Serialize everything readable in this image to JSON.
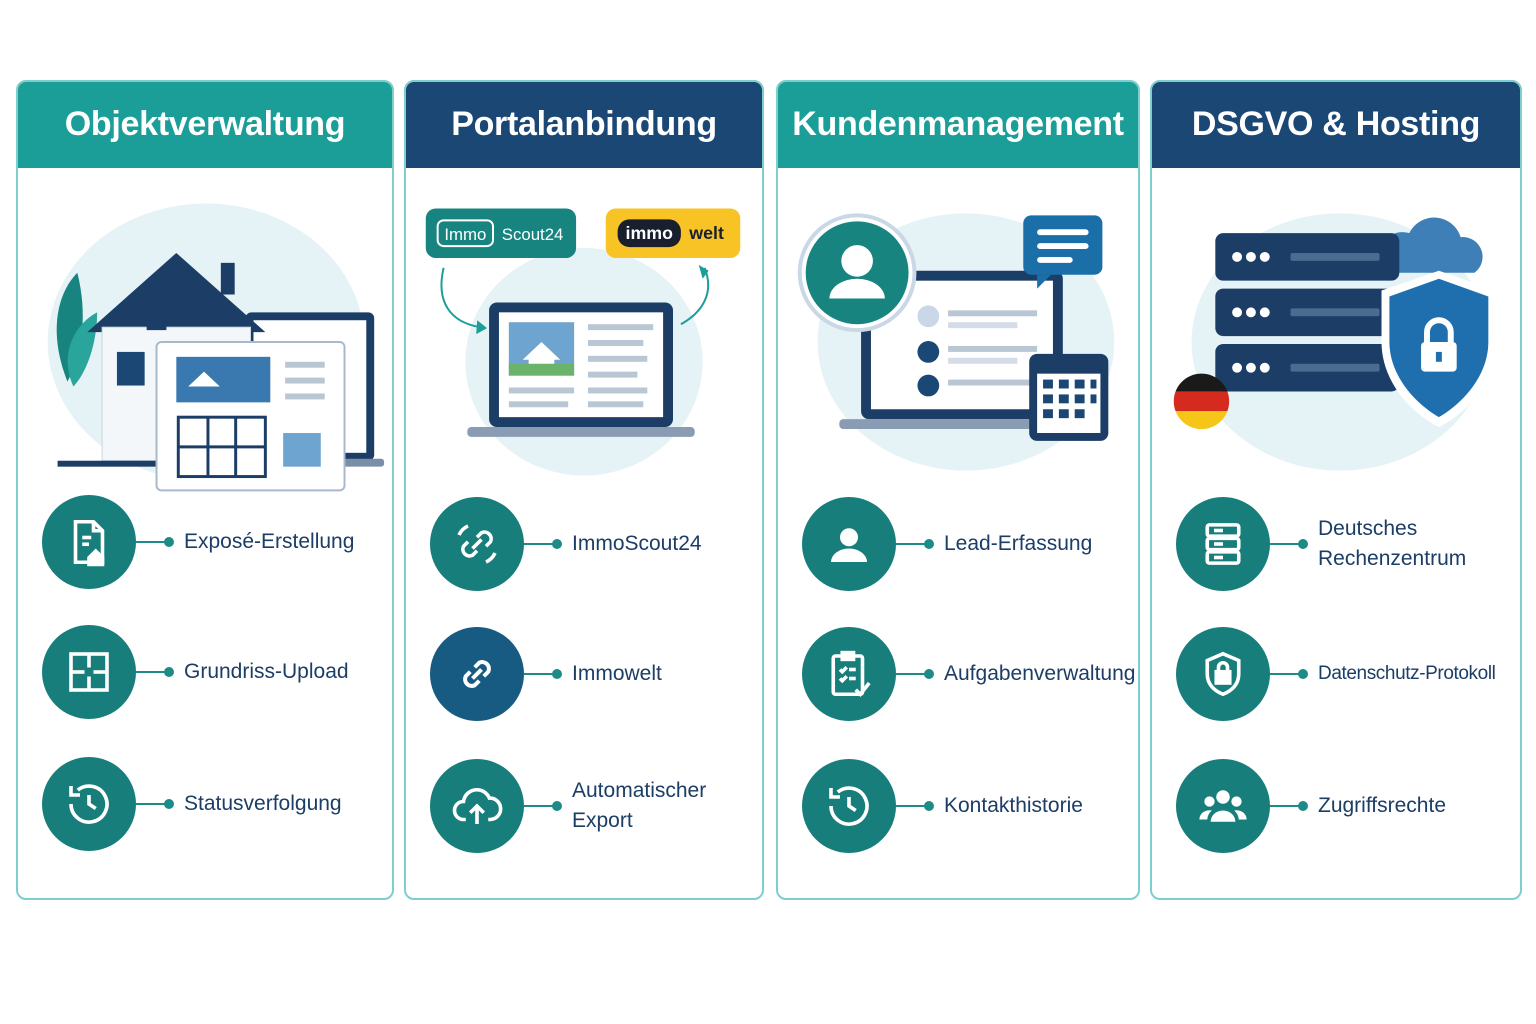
{
  "colors": {
    "teal_header": "#1a9e97",
    "navy_header": "#1b4775",
    "icon_circle": "#177e7b",
    "label_text": "#1b3d66",
    "card_border": "#7ccfcd"
  },
  "columns": [
    {
      "title": "Objektverwaltung",
      "features": [
        {
          "icon": "document-house-icon",
          "label": "Exposé-Erstellung"
        },
        {
          "icon": "floorplan-icon",
          "label": "Grundriss-Upload"
        },
        {
          "icon": "clock-history-icon",
          "label": "Statusverfolgung"
        }
      ]
    },
    {
      "title": "Portalanbindung",
      "logos": {
        "immoscout_left": "Immo",
        "immoscout_right": "Scout24",
        "immowelt_left": "immo",
        "immowelt_right": "welt"
      },
      "features": [
        {
          "icon": "sync-link-icon",
          "label": "ImmoScout24"
        },
        {
          "icon": "link-icon",
          "label": "Immowelt"
        },
        {
          "icon": "cloud-upload-icon",
          "label": "Automatischer\nExport"
        }
      ]
    },
    {
      "title": "Kundenmanagement",
      "features": [
        {
          "icon": "user-icon",
          "label": "Lead-Erfassung"
        },
        {
          "icon": "clipboard-check-icon",
          "label": "Aufgabenverwaltung"
        },
        {
          "icon": "clock-history-icon",
          "label": "Kontakthistorie"
        }
      ]
    },
    {
      "title": "DSGVO & Hosting",
      "features": [
        {
          "icon": "server-icon",
          "label": "Deutsches\nRechenzentrum"
        },
        {
          "icon": "shield-lock-icon",
          "label": "Datenschutz-Protokoll"
        },
        {
          "icon": "users-group-icon",
          "label": "Zugriffsrechte"
        }
      ]
    }
  ]
}
